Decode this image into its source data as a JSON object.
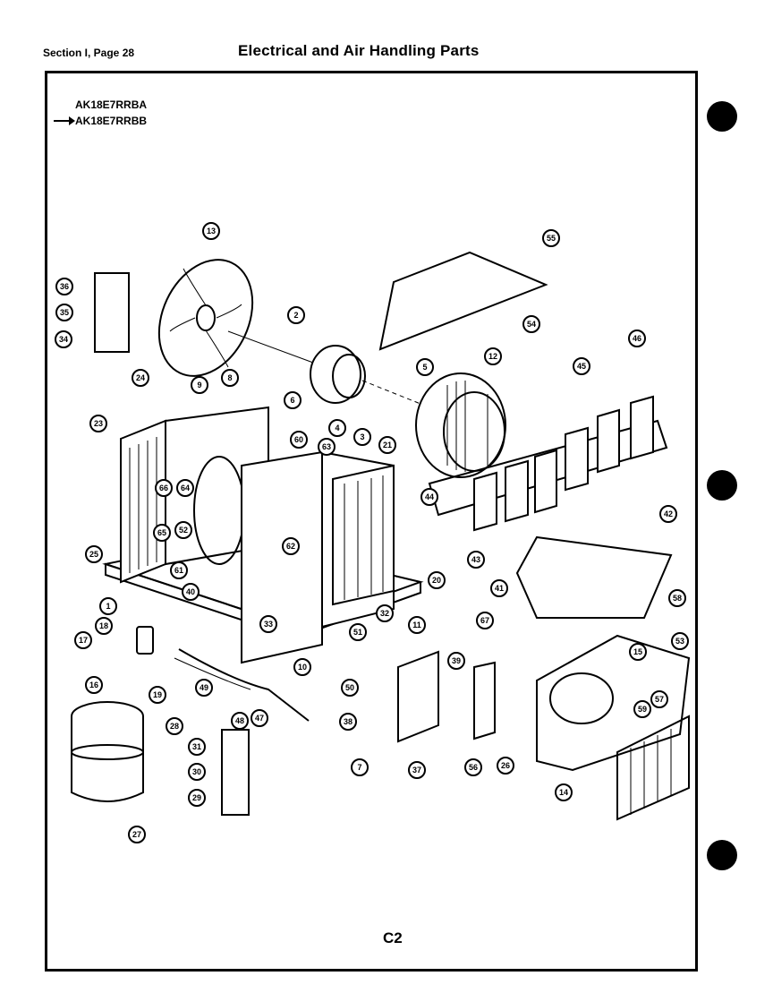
{
  "header": {
    "section": "Section I, Page 28",
    "title": "Electrical and Air Handling Parts"
  },
  "models": [
    "AK18E7RRBA",
    "AK18E7RRBB"
  ],
  "footer": {
    "code": "C2"
  },
  "callouts": [
    "1",
    "2",
    "3",
    "4",
    "5",
    "6",
    "7",
    "8",
    "9",
    "10",
    "11",
    "12",
    "13",
    "14",
    "15",
    "16",
    "17",
    "18",
    "19",
    "20",
    "21",
    "23",
    "24",
    "25",
    "26",
    "27",
    "28",
    "29",
    "30",
    "31",
    "32",
    "33",
    "34",
    "35",
    "36",
    "37",
    "38",
    "39",
    "40",
    "41",
    "42",
    "43",
    "44",
    "45",
    "46",
    "47",
    "48",
    "49",
    "50",
    "51",
    "52",
    "53",
    "54",
    "55",
    "56",
    "57",
    "58",
    "59",
    "60",
    "61",
    "62",
    "63",
    "64",
    "65",
    "66",
    "67"
  ]
}
